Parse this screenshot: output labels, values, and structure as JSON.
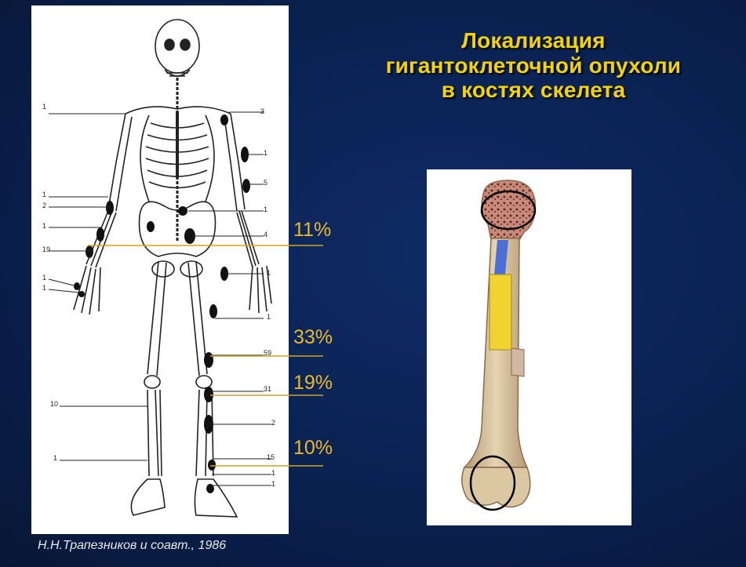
{
  "title": {
    "line1": "Локализация",
    "line2": "гигантоклеточной опухоли",
    "line3": "в костях скелета"
  },
  "percentages": {
    "p1": "11%",
    "p2": "33%",
    "p3": "19%",
    "p4": "10%"
  },
  "left_labels": [
    "1",
    "1",
    "2",
    "1",
    "19",
    "1",
    "1",
    "10",
    "1"
  ],
  "right_labels": [
    "3",
    "1",
    "5",
    "1",
    "4",
    "1",
    "1",
    "59",
    "31",
    "2",
    "15",
    "1",
    "1"
  ],
  "credit": "Н.Н.Трапезников и соавт., 1986",
  "colors": {
    "background": "#0a2150",
    "title": "#f4d400",
    "percent": "#e9b92a",
    "leader_line": "#d6a21c",
    "lesion": "#111111",
    "bone": "#dcc7a3",
    "marrow_yellow": "#f2d22e",
    "marrow_blue": "#4a6fd6",
    "spongy_red": "#b86a62"
  }
}
